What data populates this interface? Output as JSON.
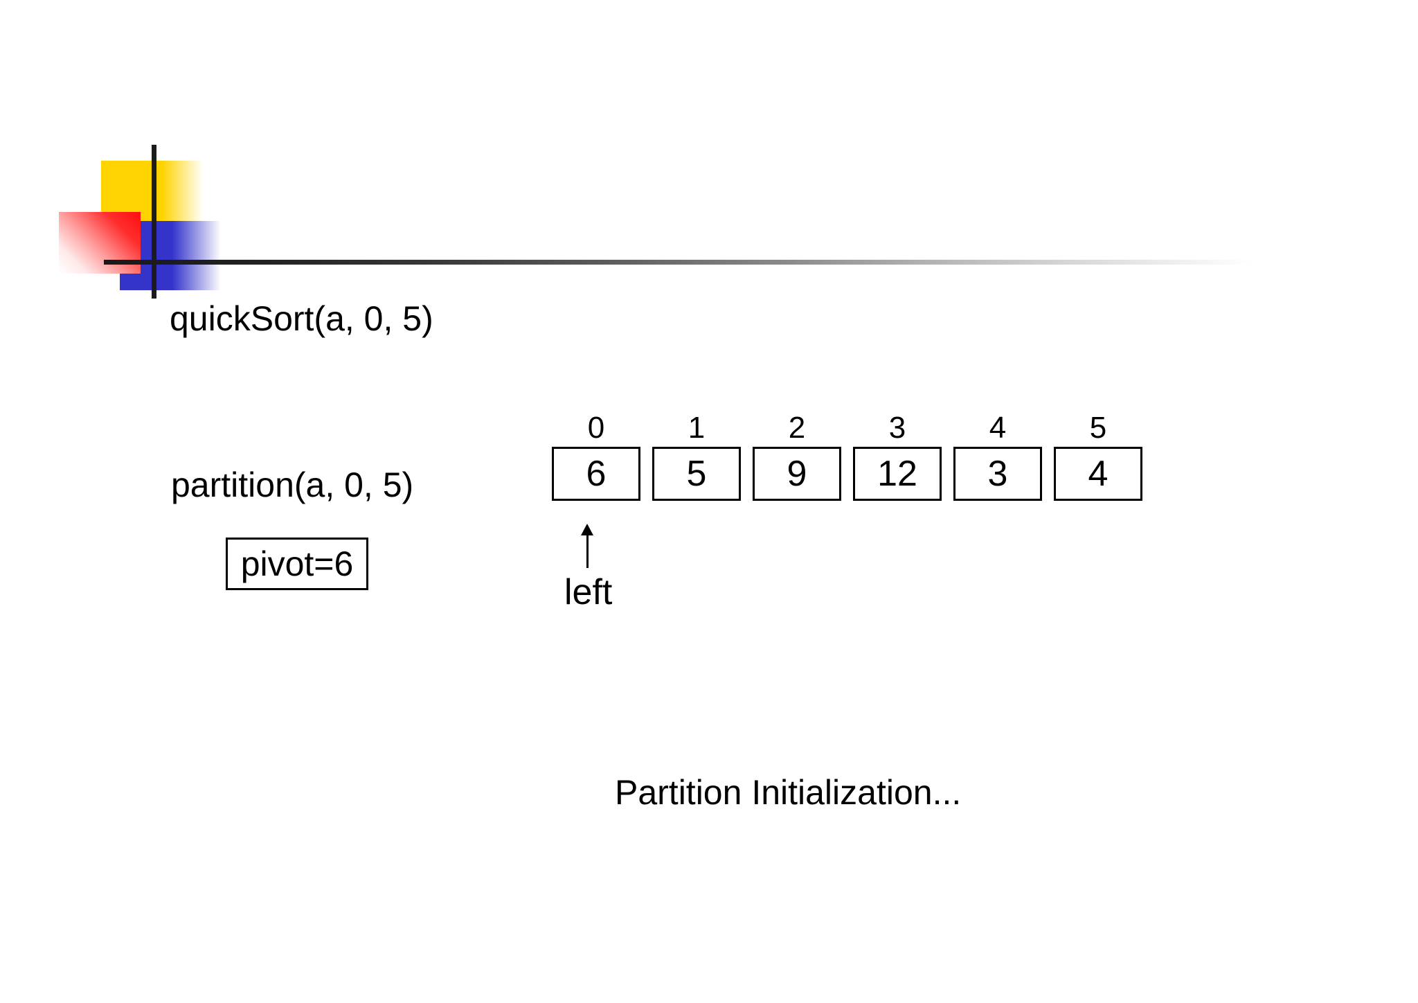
{
  "slide": {
    "quicksort_call": "quickSort(a, 0, 5)",
    "partition_call": "partition(a, 0, 5)",
    "pivot_label": "pivot=6",
    "pointer_label": "left",
    "caption": "Partition Initialization..."
  },
  "array": {
    "indices": [
      "0",
      "1",
      "2",
      "3",
      "4",
      "5"
    ],
    "values": [
      "6",
      "5",
      "9",
      "12",
      "3",
      "4"
    ]
  },
  "colors": {
    "logo_yellow": "#ffd300",
    "logo_red": "#ff1616",
    "logo_blue": "#3434cb",
    "line_black": "#1c1c1c",
    "text_black": "#000000",
    "background": "#ffffff"
  }
}
